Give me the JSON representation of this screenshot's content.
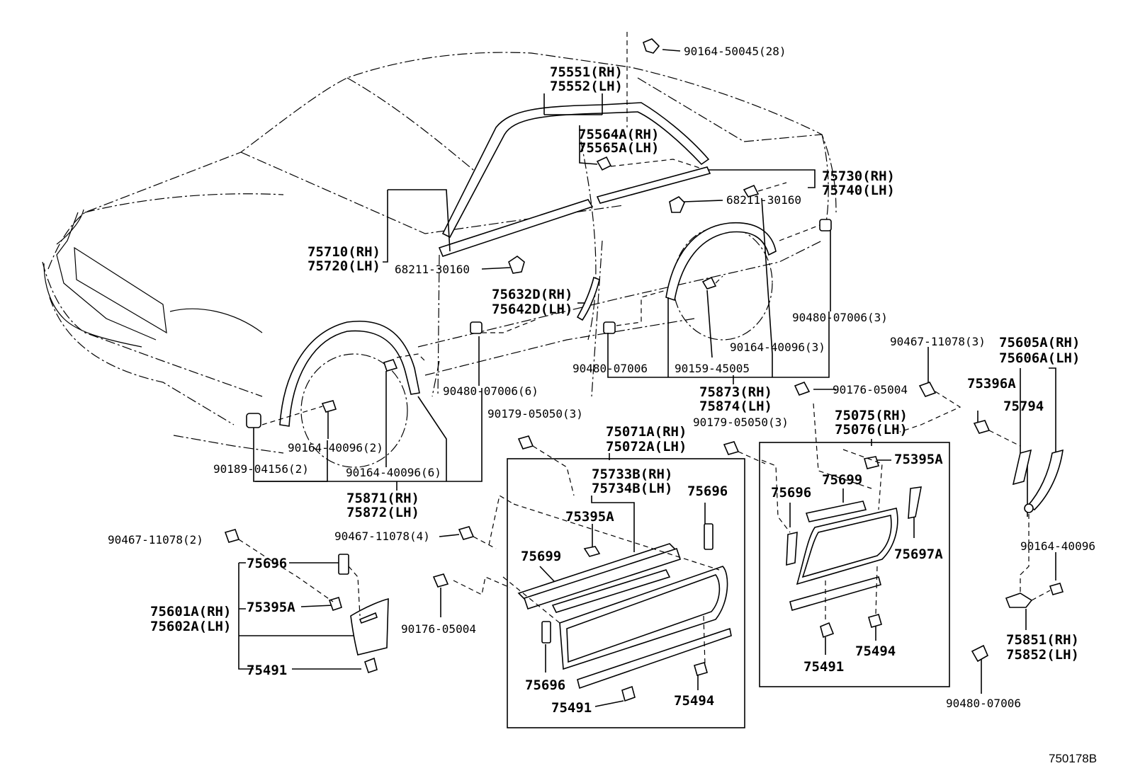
{
  "diagram_id": "750178B",
  "labels": {
    "p90164_50045": "90164-50045(28)",
    "p75551": "75551(RH)",
    "p75552": "75552(LH)",
    "p75564a": "75564A(RH)",
    "p75565a": "75565A(LH)",
    "p75730": "75730(RH)",
    "p75740": "75740(LH)",
    "p68211_r": "68211-30160",
    "p75710": "75710(RH)",
    "p75720": "75720(LH)",
    "p68211_l": "68211-30160",
    "p75632d": "75632D(RH)",
    "p75642d": "75642D(LH)",
    "p90480_07006_3": "90480-07006(3)",
    "p90164_40096_3": "90164-40096(3)",
    "p90480_07006_mid": "90480-07006",
    "p90159_45005": "90159-45005",
    "p90480_07006_6": "90480-07006(6)",
    "p90164_40096_2": "90164-40096(2)",
    "p90189_04156_2": "90189-04156(2)",
    "p90164_40096_6": "90164-40096(6)",
    "p75871": "75871(RH)",
    "p75872": "75872(LH)",
    "p75873": "75873(RH)",
    "p75874": "75874(LH)",
    "p90467_11078_3": "90467-11078(3)",
    "p75605a": "75605A(RH)",
    "p75606a": "75606A(LH)",
    "p90176_05004_r": "90176-05004",
    "p75396a": "75396A",
    "p75794": "75794",
    "p75075": "75075(RH)",
    "p75076": "75076(LH)",
    "p90179_05050_l": "90179-05050(3)",
    "p90179_05050_r": "90179-05050(3)",
    "p75071a": "75071A(RH)",
    "p75072a": "75072A(LH)",
    "p75733b": "75733B(RH)",
    "p75734b": "75734B(LH)",
    "p75395a_c": "75395A",
    "p75696_c": "75696",
    "p75395a_r": "75395A",
    "p75699_r": "75699",
    "p75696_r": "75696",
    "p75697a": "75697A",
    "p90467_11078_4": "90467-11078(4)",
    "p90467_11078_2": "90467-11078(2)",
    "p75699_c": "75699",
    "p75696_l": "75696",
    "p75395a_l": "75395A",
    "p75601a": "75601A(RH)",
    "p75602a": "75602A(LH)",
    "p75491_l": "75491",
    "p90176_05004_c": "90176-05004",
    "p75696_c2": "75696",
    "p75491_c": "75491",
    "p75494_c": "75494",
    "p75491_r": "75491",
    "p75494_r": "75494",
    "p90164_40096_far": "90164-40096",
    "p75851": "75851(RH)",
    "p75852": "75852(LH)",
    "p90480_07006_far": "90480-07006"
  }
}
